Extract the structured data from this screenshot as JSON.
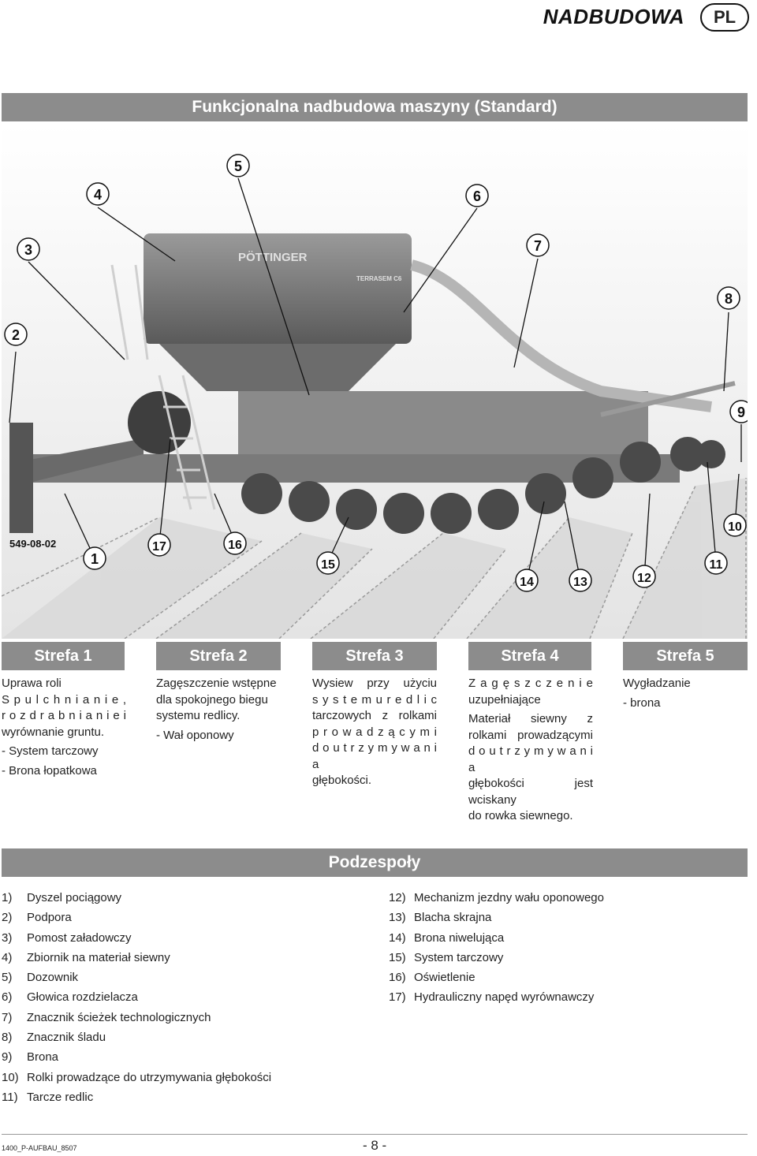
{
  "header": {
    "title": "NADBUDOWA",
    "lang": "PL"
  },
  "section_title": "Funkcjonalna nadbudowa maszyny (Standard)",
  "figure": {
    "photo_code": "549-08-02",
    "brand": "PÖTTINGER",
    "model": "TERRASEM C6",
    "callouts": [
      "1",
      "2",
      "3",
      "4",
      "5",
      "6",
      "7",
      "8",
      "9",
      "10",
      "11",
      "12",
      "13",
      "14",
      "15",
      "16",
      "17"
    ]
  },
  "zones": [
    {
      "title": "Strefa 1",
      "lines": [
        "Uprawa roli",
        "S p u l c h n i a n i e ,",
        "r o z d r a b n i a n i e   i",
        "wyrównanie gruntu.",
        "-  System tarczowy",
        "-  Brona łopatkowa"
      ]
    },
    {
      "title": "Strefa 2",
      "lines": [
        "Zagęszczenie wstępne",
        "dla spokojnego biegu",
        "systemu redlicy.",
        "-  Wał oponowy"
      ]
    },
    {
      "title": "Strefa 3",
      "lines": [
        "Wysiew przy użyciu",
        "s y s t e m u   r e d l i c",
        "tarczowych z rolkami",
        "p r o w a d z ą c y m i",
        "d o   u t r z y m y w a n i a",
        "głębokości."
      ]
    },
    {
      "title": "Strefa 4",
      "lines": [
        "Z a g ę s z c z e n i e",
        "uzupełniające",
        "Materiał siewny z",
        "rolkami prowadzącymi",
        "d o   u t r z y m y w a n i a",
        "głębokości jest wciskany",
        "do rowka siewnego."
      ]
    },
    {
      "title": "Strefa 5",
      "lines": [
        "Wygładzanie",
        "-  brona"
      ]
    }
  ],
  "parts_title": "Podzespoły",
  "parts_left": [
    {
      "num": "1)",
      "label": "Dyszel pociągowy"
    },
    {
      "num": "2)",
      "label": "Podpora"
    },
    {
      "num": "3)",
      "label": "Pomost załadowczy"
    },
    {
      "num": "4)",
      "label": "Zbiornik na materiał siewny"
    },
    {
      "num": "5)",
      "label": "Dozownik"
    },
    {
      "num": "6)",
      "label": "Głowica rozdzielacza"
    },
    {
      "num": "7)",
      "label": "Znacznik ścieżek technologicznych"
    },
    {
      "num": "8)",
      "label": "Znacznik śladu"
    },
    {
      "num": "9)",
      "label": "Brona"
    },
    {
      "num": "10)",
      "label": "Rolki prowadzące do utrzymywania głębokości"
    },
    {
      "num": "11)",
      "label": "Tarcze redlic"
    }
  ],
  "parts_right": [
    {
      "num": "12)",
      "label": "Mechanizm jezdny wału oponowego"
    },
    {
      "num": "13)",
      "label": "Blacha skrajna"
    },
    {
      "num": "14)",
      "label": "Brona niwelująca"
    },
    {
      "num": "15)",
      "label": "System tarczowy"
    },
    {
      "num": "16)",
      "label": "Oświetlenie"
    },
    {
      "num": "17)",
      "label": "Hydrauliczny napęd wyrównawczy"
    }
  ],
  "footer": {
    "code": "1400_P-AUFBAU_8507",
    "page": "- 8 -"
  }
}
